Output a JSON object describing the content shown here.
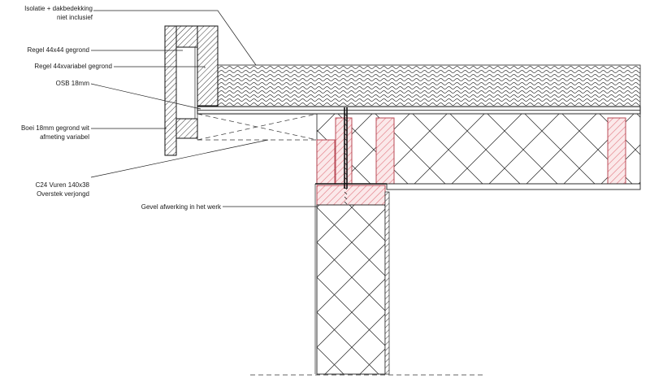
{
  "labels": {
    "insulation_line1": "Isolatie + dakbedekking",
    "insulation_line2": "niet inclusief",
    "batten_44x44": "Regel 44x44 gegrond",
    "batten_variable": "Regel 44xvariabel gegrond",
    "osb": "OSB 18mm",
    "fascia_line1": "Boei 18mm gegrond wit",
    "fascia_line2": "afmeting variabel",
    "rafter_line1": "C24 Vuren 140x38",
    "rafter_line2": "Overstek verjongd",
    "facade": "Gevel afwerking in het werk"
  },
  "colors": {
    "line": "#1a1a1a",
    "timber_hatch": "#e0707a",
    "timber_fill": "#fbe9ea",
    "fascia_hatch": "#555555",
    "background": "#ffffff"
  }
}
